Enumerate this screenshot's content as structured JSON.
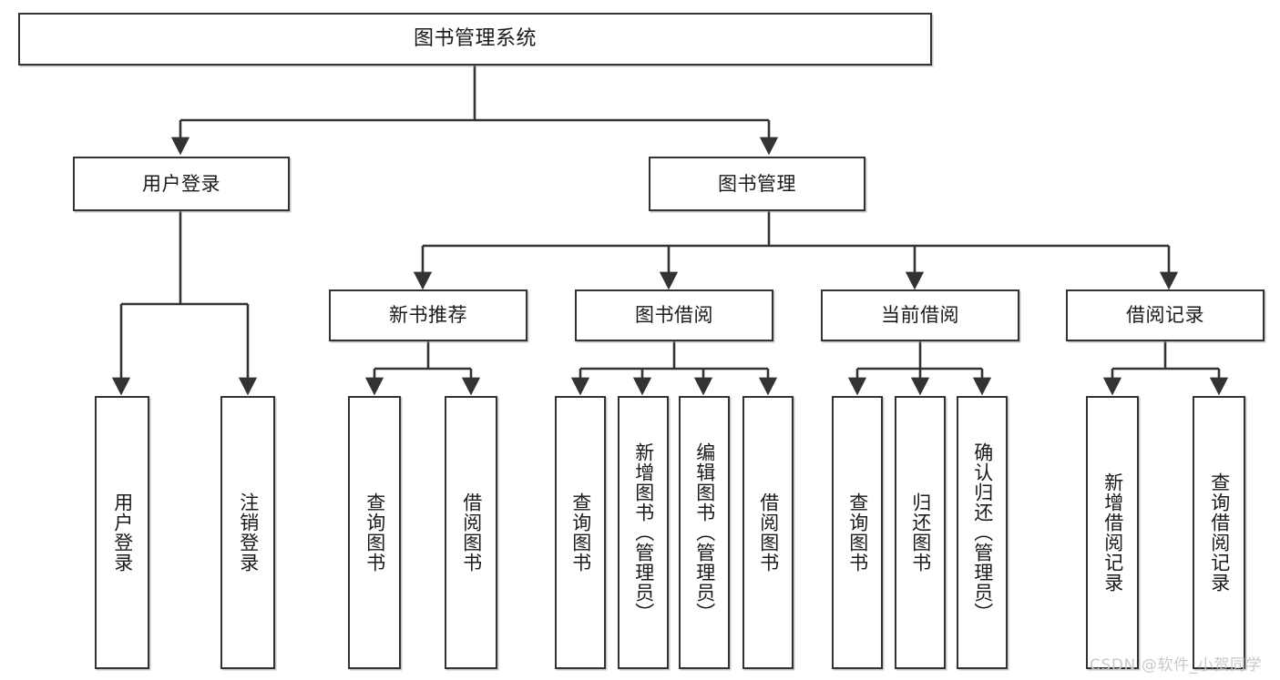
{
  "diagram": {
    "title": "图书管理系统",
    "type": "hierarchy-tree",
    "orientation": "top-down",
    "colors": {
      "node_border": "#333333",
      "node_fill": "#ffffff",
      "edge": "#333333",
      "watermark": "#c9c9c9"
    },
    "nodes": {
      "root": {
        "label": "图书管理系统"
      },
      "level2": [
        {
          "label": "用户登录"
        },
        {
          "label": "图书管理"
        }
      ],
      "level3": [
        {
          "label": "新书推荐"
        },
        {
          "label": "图书借阅"
        },
        {
          "label": "当前借阅"
        },
        {
          "label": "借阅记录"
        }
      ],
      "leaves_user_login": [
        {
          "label": "用户登录"
        },
        {
          "label": "注销登录"
        }
      ],
      "leaves_new_book": [
        {
          "label": "查询图书"
        },
        {
          "label": "借阅图书"
        }
      ],
      "leaves_borrow": [
        {
          "label": "查询图书"
        },
        {
          "label": "新增图书（管理员）"
        },
        {
          "label": "编辑图书（管理员）"
        },
        {
          "label": "借阅图书"
        }
      ],
      "leaves_current": [
        {
          "label": "查询图书"
        },
        {
          "label": "归还图书"
        },
        {
          "label": "确认归还（管理员）"
        }
      ],
      "leaves_records": [
        {
          "label": "新增借阅记录"
        },
        {
          "label": "查询借阅记录"
        }
      ]
    }
  },
  "watermark": {
    "text": "CSDN @软件_小贺同学"
  }
}
